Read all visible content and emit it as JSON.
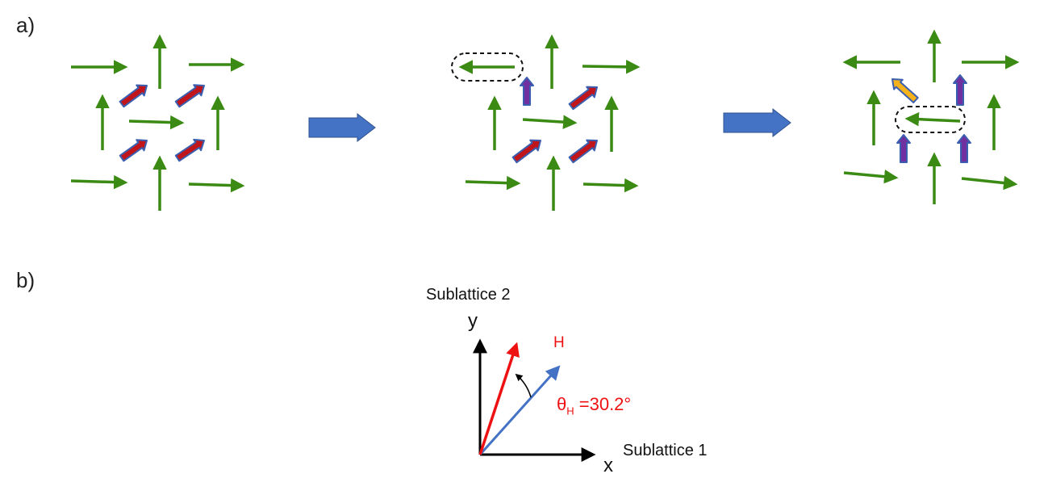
{
  "panel_labels": {
    "a": "a)",
    "b": "b)"
  },
  "colors": {
    "green": "#3a8a14",
    "red_fill": "#c0161b",
    "red_edge": "#3b5fb0",
    "purple_fill": "#7030a0",
    "purple_edge": "#3b5fb0",
    "orange_fill": "#f5b21a",
    "orange_edge": "#3b5fb0",
    "big_arrow": "#4472c4",
    "axis": "#000000",
    "field": "#ee1111",
    "sublattice_vec": "#4472c4",
    "dashed": "#111111"
  },
  "panel_b": {
    "y_axis_caption": "Sublattice 2",
    "y_label": "y",
    "x_label": "x",
    "x_axis_caption": "Sublattice 1",
    "field_label": "H",
    "angle_symbol": "θ",
    "angle_subscript": "H",
    "angle_value": " =30.2°"
  }
}
